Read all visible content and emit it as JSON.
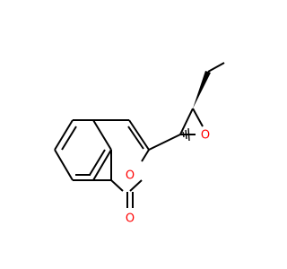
{
  "molecule": {
    "atoms": [
      {
        "id": "o-ring",
        "element": "O",
        "label": "O",
        "color": "#ff0000"
      },
      {
        "id": "o-carbonyl",
        "element": "O",
        "label": "O",
        "color": "#ff0000"
      },
      {
        "id": "o-epoxide",
        "element": "O",
        "label": "O",
        "color": "#ff0000"
      }
    ],
    "bond_color": "#000000"
  }
}
